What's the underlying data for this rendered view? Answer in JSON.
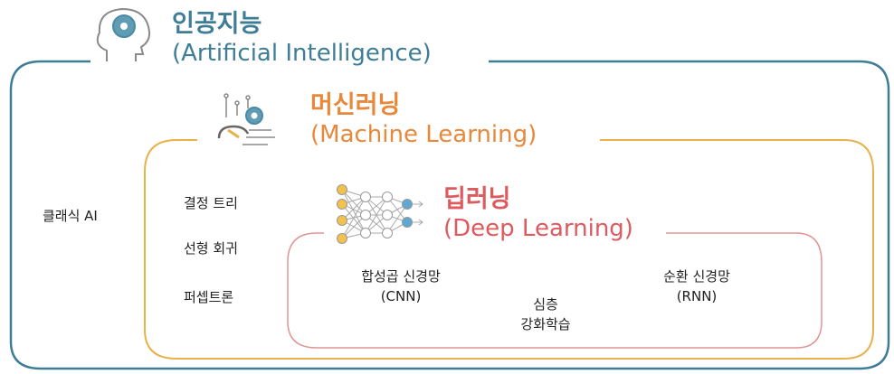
{
  "ai": {
    "title": "인공지능",
    "subtitle": "(Artificial Intelligence)",
    "examples": [
      "클래식 AI"
    ]
  },
  "ml": {
    "title": "머신러닝",
    "subtitle": "(Machine Learning)",
    "examples": [
      "결정 트리",
      "선형 회귀",
      "퍼셉트론"
    ]
  },
  "dl": {
    "title": "딥러닝",
    "subtitle": "(Deep Learning)",
    "cnn": {
      "line1": "합성곱 신경망",
      "line2": "(CNN)"
    },
    "rl": {
      "line1": "심층",
      "line2": "강화학습"
    },
    "rnn": {
      "line1": "순환 신경망",
      "line2": "(RNN)"
    }
  },
  "colors": {
    "ai": "#3f7d97",
    "ml": "#e8b24a",
    "ml_text": "#e8883a",
    "dl": "#e09595",
    "dl_text": "#dd5a5f"
  }
}
